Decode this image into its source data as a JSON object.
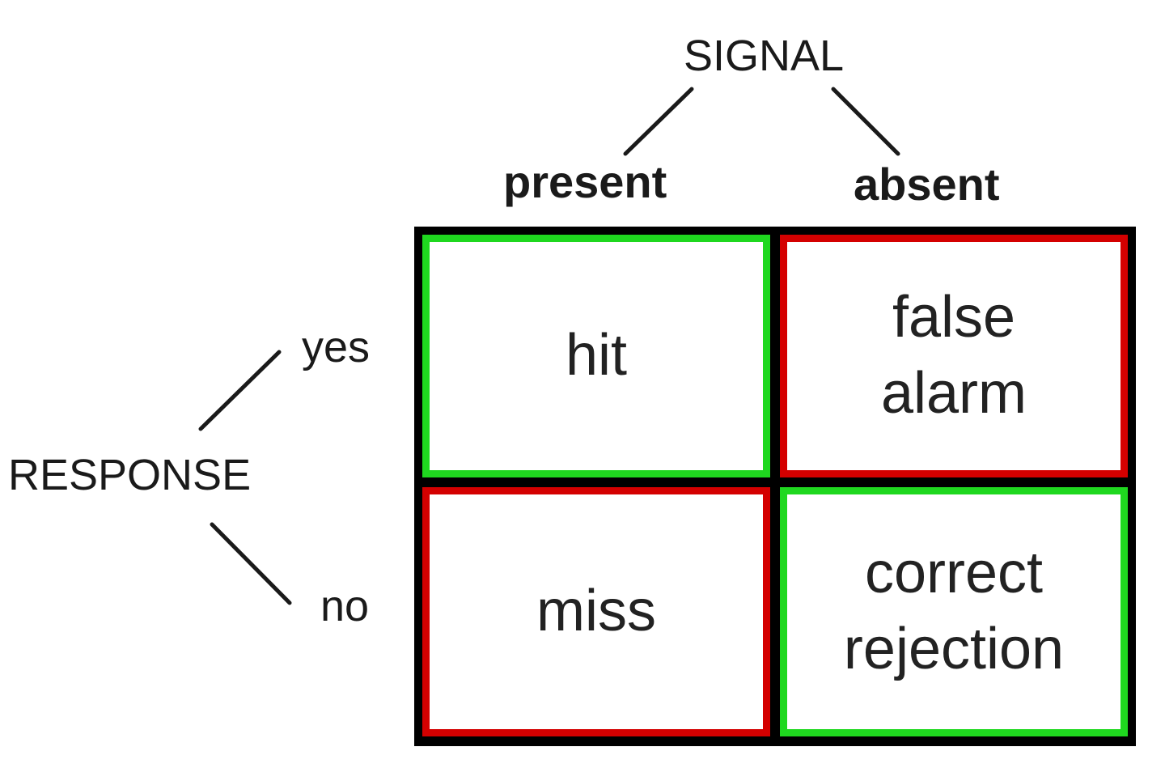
{
  "signal": {
    "title": "SIGNAL",
    "present": "present",
    "absent": "absent"
  },
  "response": {
    "title": "RESPONSE",
    "yes": "yes",
    "no": "no"
  },
  "cells": {
    "hit": {
      "line1": "hit",
      "line2": ""
    },
    "false_alarm": {
      "line1": "false",
      "line2": "alarm"
    },
    "miss": {
      "line1": "miss",
      "line2": ""
    },
    "correct_rejection": {
      "line1": "correct",
      "line2": "rejection"
    }
  },
  "colors": {
    "correct_outcome": "#1fd81f",
    "error_outcome": "#d40000",
    "grid": "#000000",
    "connector": "#1a1a1a"
  }
}
